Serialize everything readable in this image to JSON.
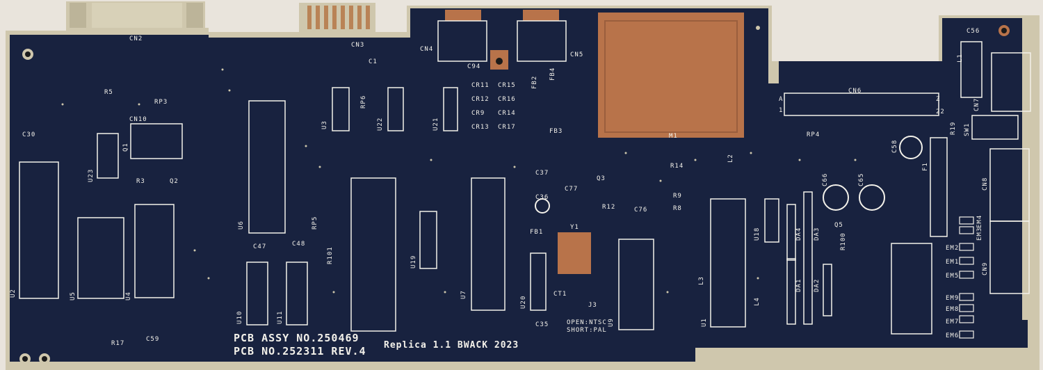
{
  "board": {
    "assy_label": "PCB   ASSY NO.250469",
    "pcb_label": "PCB  NO.252311 REV.4",
    "replica_label": "Replica 1.1   BWACK 2023",
    "jumper_note_1": "OPEN:NTSC",
    "jumper_note_2": "SHORT:PAL",
    "colors": {
      "solder_mask": "#18223f",
      "silkscreen": "#f3f1ea",
      "copper": "#b8734a",
      "gold": "#cfc7ad",
      "background": "#e9e4dc"
    }
  },
  "labels": {
    "cn2": "CN2",
    "cn3": "CN3",
    "cn4": "CN4",
    "cn5": "CN5",
    "cn6": "CN6",
    "cn7": "CN7",
    "cn8": "CN8",
    "cn9": "CN9",
    "cn10": "CN10",
    "m1": "M1",
    "rp3": "RP3",
    "rp4": "RP4",
    "rp5": "RP5",
    "rp6": "RP6",
    "y1": "Y1",
    "sw1": "SW1",
    "f1": "F1",
    "q1": "Q1",
    "q2": "Q2",
    "q3": "Q3",
    "q5": "Q5",
    "u1": "U1",
    "u2": "U2",
    "u3": "U3",
    "u4": "U4",
    "u5": "U5",
    "u6": "U6",
    "u7": "U7",
    "u9": "U9",
    "u10": "U10",
    "u11": "U11",
    "u18": "U18",
    "u19": "U19",
    "u20": "U20",
    "u21": "U21",
    "u22": "U22",
    "u23": "U23",
    "c30": "C30",
    "c37": "C37",
    "c36": "C36",
    "c77": "C77",
    "c76": "C76",
    "c47": "C47",
    "c48": "C48",
    "c35": "C35",
    "c59": "C59",
    "c56": "C56",
    "c58": "C58",
    "c66": "C66",
    "c65": "C65",
    "c94": "C94",
    "c1": "C1",
    "r5": "R5",
    "r3": "R3",
    "r17": "R17",
    "r14": "R14",
    "r12": "R12",
    "r9": "R9",
    "r8": "R8",
    "r19": "R19",
    "r101": "R101",
    "r100": "R100",
    "fb1": "FB1",
    "fb2": "FB2",
    "fb3": "FB3",
    "fb4": "FB4",
    "cr11": "CR11",
    "cr12": "CR12",
    "cr9": "CR9",
    "cr13": "CR13",
    "cr15": "CR15",
    "cr16": "CR16",
    "cr14": "CR14",
    "cr17": "CR17",
    "ct1": "CT1",
    "j3": "J3",
    "l1": "L1",
    "l2": "L2",
    "l3": "L3",
    "l4": "L4",
    "da1": "DA1",
    "da2": "DA2",
    "da3": "DA3",
    "da4": "DA4",
    "em1": "EM1",
    "em2": "EM2",
    "em3": "EM3",
    "em4": "EM4",
    "em5": "EM5",
    "em6": "EM6",
    "em7": "EM7",
    "em8": "EM8",
    "em9": "EM9",
    "cn6_a": "A",
    "cn6_1": "1",
    "cn6_z": "Z",
    "cn6_22": "22"
  }
}
